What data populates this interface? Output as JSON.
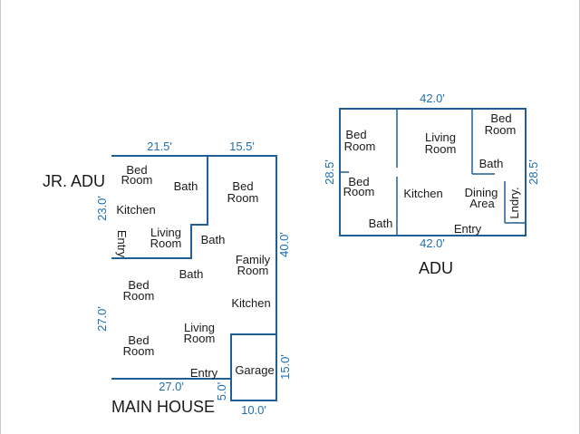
{
  "titles": {
    "jr_adu": "JR. ADU",
    "main_house": "MAIN HOUSE",
    "adu": "ADU"
  },
  "main_dims": {
    "top_left": "21.5'",
    "top_right": "15.5'",
    "left_upper": "23.0'",
    "left_lower": "27.0'",
    "right": "40.0'",
    "bottom": "27.0'",
    "garage_step": "5.0'",
    "garage_height": "15.0'",
    "garage_width": "10.0'"
  },
  "main_rooms": {
    "bed1a": "Bed",
    "bed1b": "Room",
    "bath1": "Bath",
    "bed2a": "Bed",
    "bed2b": "Room",
    "kitchen1": "Kitchen",
    "living1a": "Living",
    "living1b": "Room",
    "bath2": "Bath",
    "entry1": "Entry",
    "family_a": "Family",
    "family_b": "Room",
    "bath3": "Bath",
    "bed3a": "Bed",
    "bed3b": "Room",
    "kitchen2": "Kitchen",
    "living2a": "Living",
    "living2b": "Room",
    "bed4a": "Bed",
    "bed4b": "Room",
    "entry2": "Entry",
    "garage": "Garage"
  },
  "adu_dims": {
    "top": "42.0'",
    "bottom": "42.0'",
    "left": "28.5'",
    "right": "28.5'"
  },
  "adu_rooms": {
    "bed1a": "Bed",
    "bed1b": "Room",
    "living_a": "Living",
    "living_b": "Room",
    "bed_top_a": "Bed",
    "bed_top_b": "Room",
    "bath_right": "Bath",
    "bed2a": "Bed",
    "bed2b": "Room",
    "kitchen": "Kitchen",
    "dining_a": "Dining",
    "dining_b": "Area",
    "laundry": "Lndry.",
    "bath_left": "Bath",
    "entry": "Entry"
  }
}
